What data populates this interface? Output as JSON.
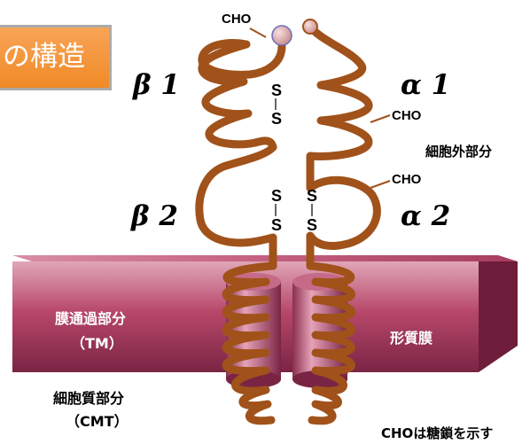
{
  "title": "の構造",
  "chains": {
    "beta1": "β 1",
    "beta2": "β 2",
    "alpha1": "α 1",
    "alpha2": "α 2"
  },
  "cho_label": "CHO",
  "disulfide_label": "S",
  "regions": {
    "extracellular": "細胞外部分",
    "membrane": "形質膜",
    "transmembrane": "膜通過部分",
    "transmembrane_abbr": "（TM）",
    "cytoplasmic": "細胞質部分",
    "cytoplasmic_abbr": "（CMT）"
  },
  "note": "CHOは糖鎖を示す",
  "colors": {
    "chain": "#a0521a",
    "membrane_front": "#b8486a",
    "membrane_top": "#c96483",
    "membrane_side": "#6e1d3a",
    "title_box": "#f28c28"
  }
}
